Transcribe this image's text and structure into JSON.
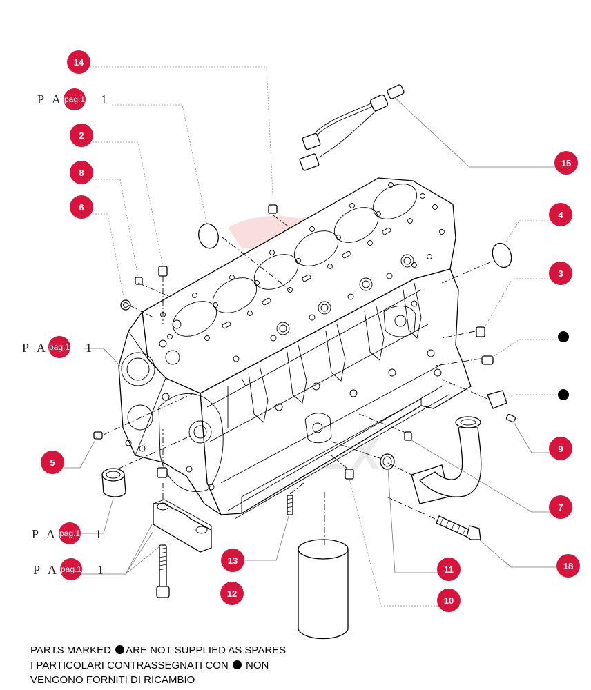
{
  "diagram": {
    "callouts": [
      {
        "id": "c14",
        "label": "14"
      },
      {
        "id": "c2",
        "label": "2"
      },
      {
        "id": "c8",
        "label": "8"
      },
      {
        "id": "c6",
        "label": "6"
      },
      {
        "id": "c15",
        "label": "15"
      },
      {
        "id": "c4",
        "label": "4"
      },
      {
        "id": "c3",
        "label": "3"
      },
      {
        "id": "c9",
        "label": "9"
      },
      {
        "id": "c5",
        "label": "5"
      },
      {
        "id": "c7",
        "label": "7"
      },
      {
        "id": "c13",
        "label": "13"
      },
      {
        "id": "c11",
        "label": "11"
      },
      {
        "id": "c18",
        "label": "18"
      },
      {
        "id": "c12",
        "label": "12"
      },
      {
        "id": "c10",
        "label": "10"
      }
    ],
    "page_refs": [
      {
        "id": "r1",
        "prefix": "P A",
        "tag": "pag.1",
        "suffix": "1"
      },
      {
        "id": "r2",
        "prefix": "P A",
        "tag": "pag.1",
        "suffix": "1"
      },
      {
        "id": "r3",
        "prefix": "P A",
        "tag": "pag.1",
        "suffix": "1"
      },
      {
        "id": "r4",
        "prefix": "P A",
        "tag": "pag.1",
        "suffix": "1"
      }
    ],
    "not_supplied_marker_count": 2,
    "watermark": "MHTEX"
  },
  "note": {
    "line1_a": "PARTS MARKED ",
    "line1_b": "ARE NOT SUPPLIED AS SPARES",
    "line2_a": "I  PARTICOLARI  CONTRASSEGNATI  CON ",
    "line2_b": " NON",
    "line3": "VENGONO FORNITI DI RICAMBIO"
  },
  "colors": {
    "callout": "#d7143c",
    "line_art": "#000000",
    "background": "#ffffff"
  }
}
